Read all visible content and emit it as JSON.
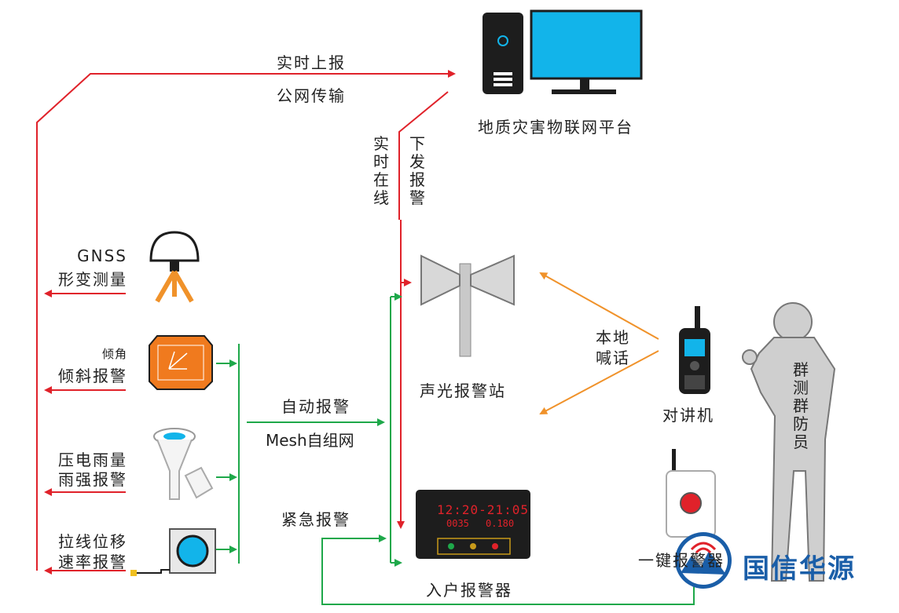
{
  "platform": {
    "label": "地质灾害物联网平台"
  },
  "flows": {
    "realtime_report": "实时上报",
    "public_network": "公网传输",
    "realtime_online": "实时在线",
    "issue_alarm": "下发报警",
    "auto_alarm": "自动报警",
    "mesh": "Mesh自组网",
    "emergency_alarm": "紧急报警",
    "local_shout": "本地喊话"
  },
  "sensors": {
    "gnss_line1": "GNSS",
    "gnss_line2": "形变测量",
    "tilt_small": "倾角",
    "tilt": "倾斜报警",
    "rain_line1": "压电雨量",
    "rain_line2": "雨强报警",
    "wire_line1": "拉线位移",
    "wire_line2": "速率报警"
  },
  "devices": {
    "speaker_station": "声光报警站",
    "walkie_talkie": "对讲机",
    "indoor_alarm": "入户报警器",
    "one_key_alarm": "一键报警器",
    "person": "群测群防员"
  },
  "alarm_display": {
    "time": "12:20-21:05",
    "value1": "0035",
    "value2": "0.180"
  },
  "brand": {
    "name": "国信华源"
  },
  "colors": {
    "red": "#e0222a",
    "green": "#1ea84a",
    "orange": "#f0922a",
    "cyan": "#12b4ea"
  }
}
